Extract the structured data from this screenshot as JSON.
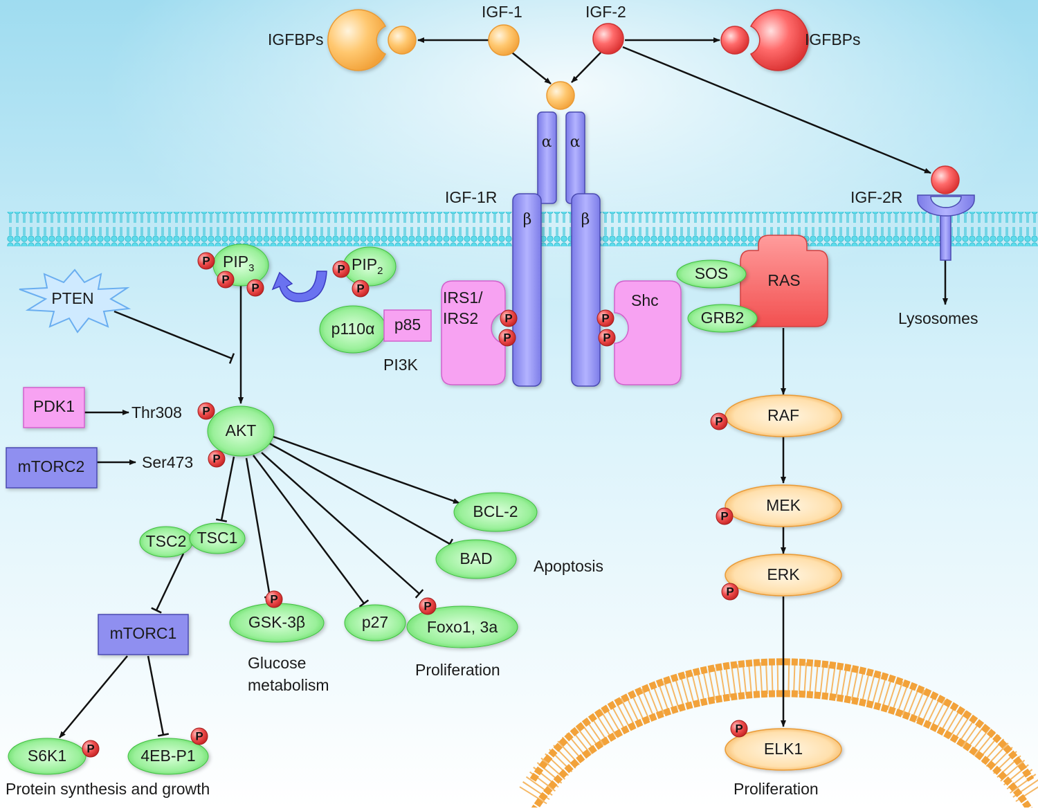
{
  "ligands": {
    "igf1": "IGF-1",
    "igf2": "IGF-2",
    "igfbps_left": "IGFBPs",
    "igfbps_right": "IGFBPs"
  },
  "receptors": {
    "igf1r": "IGF-1R",
    "igf2r": "IGF-2R",
    "alpha": "α",
    "beta": "β",
    "lysosomes": "Lysosomes"
  },
  "adaptors": {
    "irs": "IRS1/\nIRS2",
    "irs_line1": "IRS1/",
    "irs_line2": "IRS2",
    "shc": "Shc",
    "sos": "SOS",
    "grb2": "GRB2",
    "ras": "RAS"
  },
  "pi3k": {
    "pip3_main": "PIP",
    "pip3_sub": "3",
    "pip2_main": "PIP",
    "pip2_sub": "2",
    "p110a": "p110α",
    "p85": "p85",
    "label": "PI3K"
  },
  "akt_path": {
    "pten": "PTEN",
    "pdk1": "PDK1",
    "thr308": "Thr308",
    "mtorc2": "mTORC2",
    "ser473": "Ser473",
    "akt": "AKT",
    "tsc2": "TSC2",
    "tsc1": "TSC1",
    "mtorc1": "mTORC1",
    "s6k1": "S6K1",
    "eb4p1": "4EB-P1",
    "gsk3b": "GSK-3β",
    "p27": "p27",
    "foxo": "Foxo1, 3a",
    "bcl2": "BCL-2",
    "bad": "BAD"
  },
  "mapk_path": {
    "raf": "RAF",
    "mek": "MEK",
    "erk": "ERK",
    "elk1": "ELK1"
  },
  "outcomes": {
    "protein_synthesis": "Protein synthesis and growth",
    "glucose_line1": "Glucose",
    "glucose_line2": "metabolism",
    "proliferation_left": "Proliferation",
    "apoptosis": "Apoptosis",
    "proliferation_right": "Proliferation"
  },
  "phospho": "P",
  "colors": {
    "background_top": "#a9e2f3",
    "background_bottom": "#ffffff",
    "membrane": "#4fd6e6",
    "nuclear_membrane": "#f2a23a",
    "green_node": "#7de67d",
    "pink_node": "#f58ef0",
    "purple_node": "#8f8ff0",
    "orange_node": "#ffd79a",
    "red_node": "#f25a5a",
    "phospho": "#e83a3a"
  }
}
